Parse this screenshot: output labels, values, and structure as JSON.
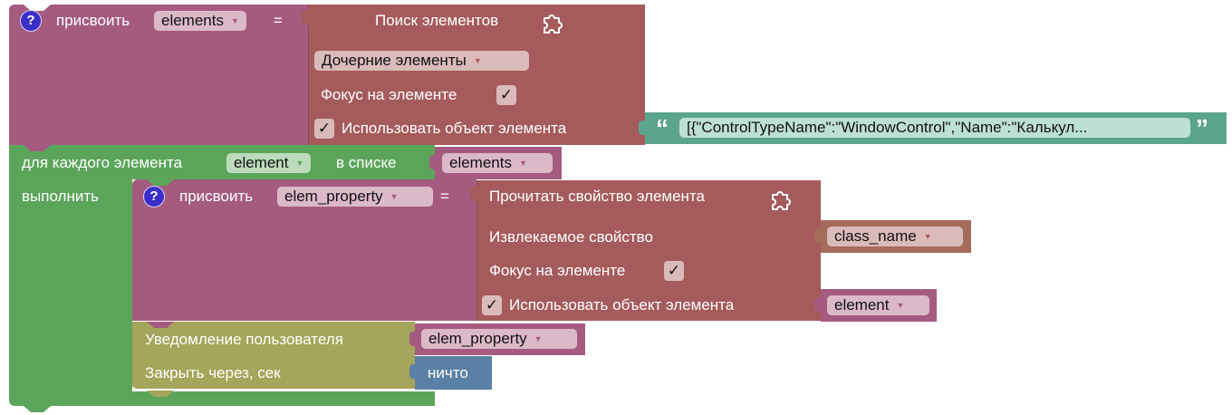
{
  "colors": {
    "variable_block": "#a55b80",
    "variable_field": "#dbb9c9",
    "find_block": "#a55b5b",
    "find_field": "#dbbaba",
    "loop_block": "#5ba55b",
    "loop_field": "#bcdbbc",
    "text_block": "#5ba58c",
    "text_field": "#bde0d4",
    "notify_block": "#a5a55b",
    "null_block": "#5b80a5",
    "help_icon": "#3b2fc9"
  },
  "blocks": {
    "assign_elements": {
      "label": "присвоить",
      "variable": "elements",
      "equals": "="
    },
    "find_elements": {
      "title": "Поиск элементов",
      "scope_dropdown": "Дочерние элементы",
      "focus_label": "Фокус на элементе",
      "focus_checked": "✓",
      "use_object_label": "Использовать объект элемента",
      "use_object_checked": "✓"
    },
    "text_literal": {
      "open_quote": "“",
      "value": "[{\"ControlTypeName\":\"WindowControl\",\"Name\":\"Калькул...",
      "close_quote": "”"
    },
    "for_each": {
      "label": "для каждого элемента",
      "variable": "element",
      "in_list_label": "в списке",
      "list_variable": "elements",
      "do_label": "выполнить"
    },
    "assign_property": {
      "label": "присвоить",
      "variable": "elem_property",
      "equals": "="
    },
    "read_property": {
      "title": "Прочитать свойство элемента",
      "property_label": "Извлекаемое свойство",
      "property_value": "class_name",
      "focus_label": "Фокус на элементе",
      "focus_checked": "✓",
      "use_object_label": "Использовать объект элемента",
      "use_object_checked": "✓",
      "element_variable": "element"
    },
    "notify_user": {
      "label": "Уведомление пользователя",
      "message_variable": "elem_property",
      "close_label": "Закрыть через, сек",
      "close_value": "ничто"
    }
  },
  "icons": {
    "help": "?",
    "caret": "▼"
  }
}
